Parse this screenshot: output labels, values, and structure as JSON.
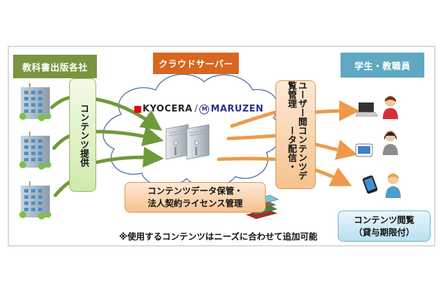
{
  "headers": {
    "publishers": "教科書出版各社",
    "cloud_server": "クラウドサーバー",
    "users": "学生・教職員"
  },
  "publisher_box": "コンテンツ提供",
  "distribution_box": {
    "line1": "コンテンツデータ配信・",
    "line2": "ユーザー閲覧管理"
  },
  "storage_box": {
    "line1": "コンテンツデータ保管・",
    "line2": "法人契約ライセンス管理"
  },
  "viewing_box": {
    "line1": "コンテンツ閲覧",
    "line2": "（貸与期限付）"
  },
  "logos": {
    "kyocera": "KYOCERA",
    "separator": "/",
    "maruzen": "MARUZEN",
    "maruzen_mark": "M"
  },
  "note": "※使用するコンテンツはニーズに合わせて追加可能",
  "icons": {
    "publishers": [
      "office-building-icon",
      "office-building-icon",
      "office-building-icon"
    ],
    "server": "server-icon",
    "books": "books-icon",
    "devices": [
      "laptop-icon",
      "tablet-icon",
      "smartphone-icon"
    ],
    "people": [
      "person-icon",
      "person-icon",
      "person-icon"
    ]
  },
  "colors": {
    "green": "#7a943f",
    "orange": "#d7671f",
    "blue": "#5ea8c2",
    "arrow_green": "#6f9a3a",
    "arrow_orange": "#ee9a4a",
    "cloud_outline": "#4d6fa8"
  }
}
